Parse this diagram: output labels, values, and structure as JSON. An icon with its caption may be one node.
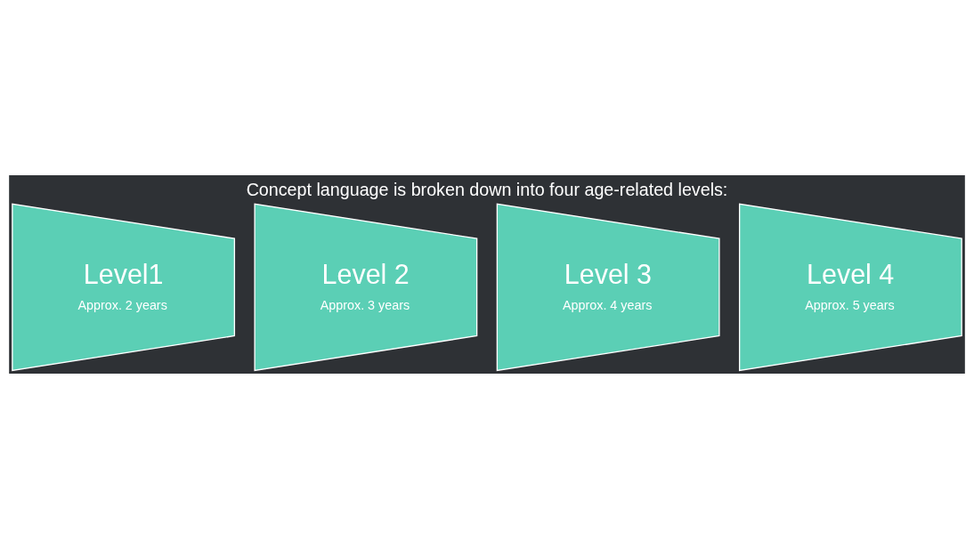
{
  "diagram": {
    "title": "Concept language is broken down into four age-related levels:",
    "nodes": [
      {
        "text": [
          "Level1",
          "Approx. 2 years"
        ]
      },
      {
        "text": [
          "Level 2",
          "Approx. 3 years"
        ]
      },
      {
        "text": [
          "Level 3",
          "Approx. 4 years"
        ]
      },
      {
        "text": [
          "Level 4",
          "Approx. 5 years"
        ]
      }
    ]
  }
}
